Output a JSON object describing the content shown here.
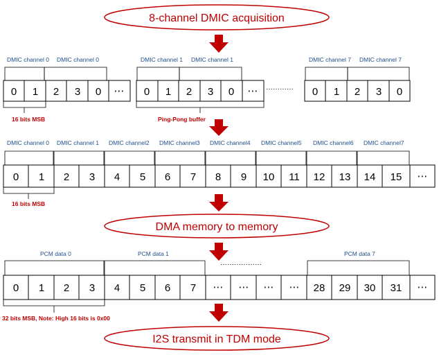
{
  "colors": {
    "accent_red": "#c00000",
    "label_blue": "#1f4e8c",
    "box_stroke": "#000000",
    "arrow_fill": "#c00000"
  },
  "steps": {
    "top": "8-channel DMIC acquisition",
    "dma": "DMA memory to memory",
    "i2s": "I2S transmit in TDM mode"
  },
  "row1": {
    "cells_a": [
      "0",
      "1",
      "2",
      "3",
      "0",
      "⋯"
    ],
    "cells_b": [
      "0",
      "1",
      "2",
      "3",
      "0",
      "⋯"
    ],
    "cells_c": [
      "0",
      "1",
      "2",
      "3",
      "0"
    ],
    "labels": {
      "a0": "DMIC channel 0",
      "a1": "DMIC channel 0",
      "b0": "DMIC channel 1",
      "b1": "DMIC channel 1",
      "c0": "DMIC channel 7",
      "c1": "DMIC channel 7"
    },
    "note_msb": "16 bits MSB",
    "note_pingpong": "Ping-Pong buffer",
    "ellipsis": "············"
  },
  "row2": {
    "cells": [
      "0",
      "1",
      "2",
      "3",
      "4",
      "5",
      "6",
      "7",
      "8",
      "9",
      "10",
      "11",
      "12",
      "13",
      "14",
      "15",
      "⋯"
    ],
    "labels": [
      "DMIC channel 0",
      "DMIC channel 1",
      "DMIC channel2",
      "DMIC channel3",
      "DMIC channel4",
      "DMIC channel5",
      "DMIC channel6",
      "DMIC channel7"
    ],
    "note_msb": "16 bits MSB"
  },
  "row3": {
    "cells": [
      "0",
      "1",
      "2",
      "3",
      "4",
      "5",
      "6",
      "7",
      "⋯",
      "⋯",
      "⋯",
      "⋯",
      "28",
      "29",
      "30",
      "31",
      "⋯"
    ],
    "labels": {
      "pcm0": "PCM data 0",
      "pcm1": "PCM data 1",
      "pcm7": "PCM data 7"
    },
    "note": "32 bits MSB, Note: High 16 bits is 0x00",
    "ellipsis": "··················"
  }
}
